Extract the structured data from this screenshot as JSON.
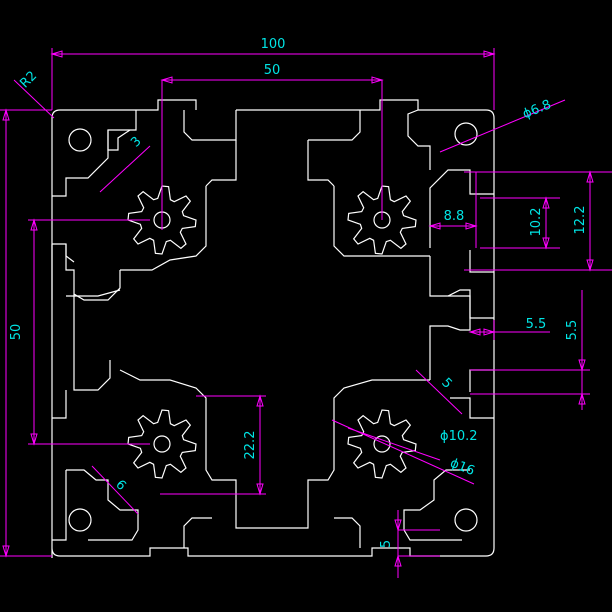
{
  "colors": {
    "background": "#000000",
    "profile": "#ffffff",
    "dimension_line": "#ff00ff",
    "dimension_text": "#00e5e5"
  },
  "dimensions": {
    "overall_width": "100",
    "slot_spacing": "50",
    "overall_height": "50",
    "corner_radius": "R2",
    "wall_3": "3",
    "hole_dia": "ϕ6.8",
    "slot_depth": "8.8",
    "slot_inner": "10.2",
    "slot_opening": "12.2",
    "web_horizontal": "5.5",
    "web_vertical": "5.5",
    "web_angled": "5",
    "bore_inner": "ϕ10.2",
    "bore_outer": "ϕ16",
    "core_offset": "22.2",
    "wall_6": "6",
    "wall_5": "5"
  }
}
